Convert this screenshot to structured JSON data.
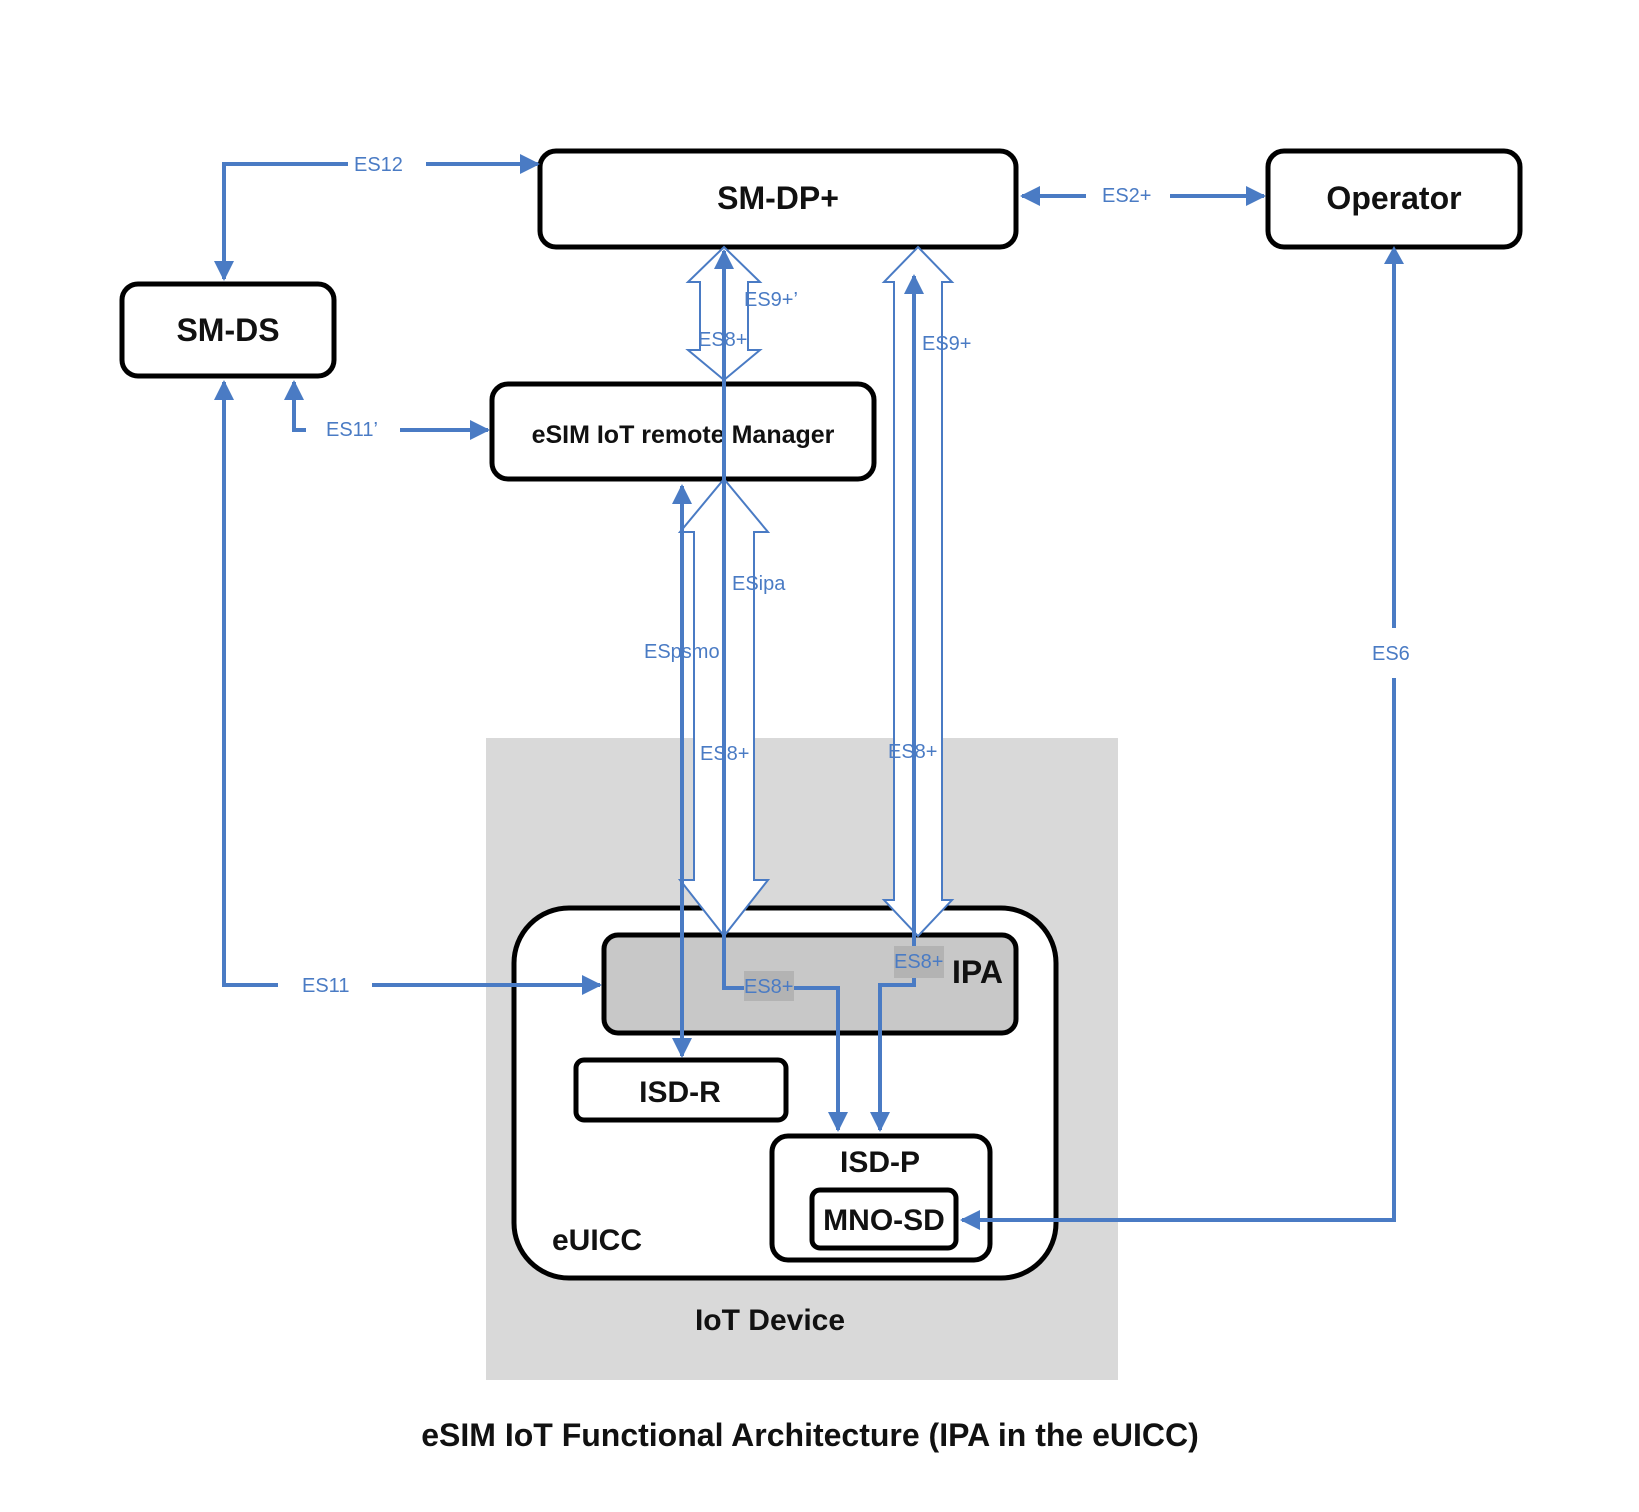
{
  "caption": "eSIM IoT Functional Architecture (IPA in the eUICC)",
  "colors": {
    "interface": "#4a7bc4",
    "device_area": "#d9d9d9",
    "ipa_fill": "#c8c8c8",
    "box_stroke": "#000000"
  },
  "nodes": {
    "sm_dp": "SM-DP+",
    "operator": "Operator",
    "sm_ds": "SM-DS",
    "remote_manager": "eSIM IoT remote Manager",
    "ipa": "IPA",
    "isd_r": "ISD-R",
    "isd_p": "ISD-P",
    "mno_sd": "MNO-SD",
    "euicc": "eUICC",
    "iot_device": "IoT Device"
  },
  "interfaces": {
    "es12": "ES12",
    "es2plus": "ES2+",
    "es9plus_prime": "ES9+’",
    "es8plus_top": "ES8+",
    "es9plus": "ES9+",
    "es11_prime": "ES11’",
    "esipa": "ESipa",
    "espsmo": "ESpsmo",
    "es8plus_mid_left": "ES8+",
    "es8plus_mid_right": "ES8+",
    "es11": "ES11",
    "es8plus_ipa_right": "ES8+",
    "es8plus_ipa_left": "ES8+",
    "es6": "ES6"
  }
}
